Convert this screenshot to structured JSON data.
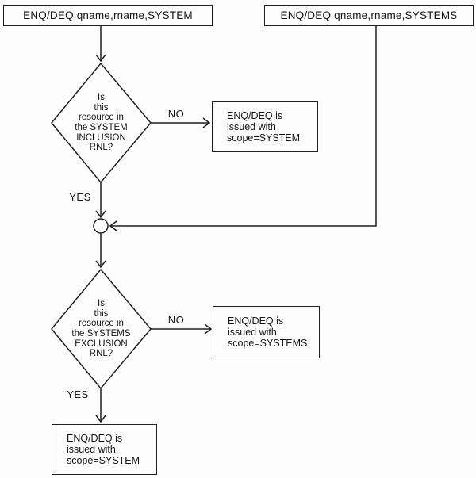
{
  "diagram": {
    "colors": {
      "line": "#1f1f1f",
      "background": "#fdfdfd",
      "text": "#141414"
    },
    "start_system": {
      "label": "ENQ/DEQ qname,rname,SYSTEM"
    },
    "start_systems": {
      "label": "ENQ/DEQ qname,rname,SYSTEMS"
    },
    "decision_inclusion": {
      "label": "Is\nthis\nresource in\nthe SYSTEM\nINCLUSION\nRNL?"
    },
    "result_inclusion_no": {
      "label": "ENQ/DEQ is\nissued with\nscope=SYSTEM"
    },
    "decision_exclusion": {
      "label": "Is\nthis\nresource in\nthe SYSTEMS\nEXCLUSION\nRNL?"
    },
    "result_exclusion_no": {
      "label": "ENQ/DEQ is\nissued with\nscope=SYSTEMS"
    },
    "result_exclusion_yes": {
      "label": "ENQ/DEQ is\nissued with\nscope=SYSTEM"
    },
    "edge_labels": {
      "no_inclusion": "NO",
      "yes_inclusion": "YES",
      "no_exclusion": "NO",
      "yes_exclusion": "YES"
    }
  }
}
